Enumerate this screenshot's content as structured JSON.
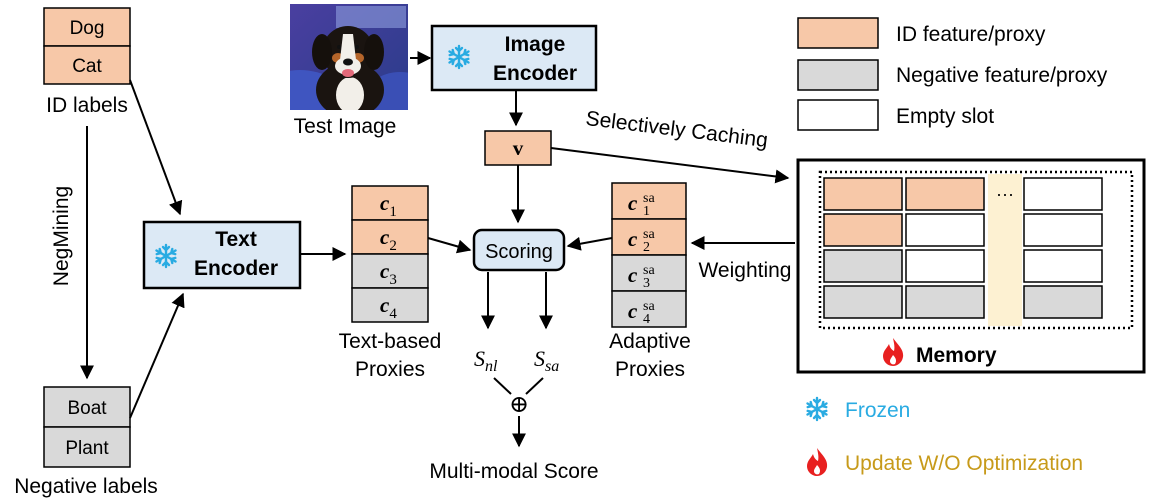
{
  "colors": {
    "id": "#f7c8a8",
    "negative": "#d9d9d9",
    "empty": "#ffffff",
    "encoder": "#dce9f5",
    "memory_band": "#fdf1d2",
    "frozen_text": "#29abe2",
    "update_text": "#c79a1a",
    "flame": "#e82020",
    "snowflake": "#29abe2"
  },
  "id_labels": {
    "items": [
      "Dog",
      "Cat"
    ],
    "caption": "ID labels"
  },
  "negative_labels": {
    "items": [
      "Boat",
      "Plant"
    ],
    "caption": "Negative labels"
  },
  "negmining": "NegMining",
  "test_image": {
    "caption": "Test Image"
  },
  "image_encoder": {
    "line1": "Image",
    "line2": "Encoder"
  },
  "text_encoder": {
    "line1": "Text",
    "line2": "Encoder"
  },
  "feature": {
    "symbol": "v"
  },
  "selectively_caching": "Selectively Caching",
  "weighting": "Weighting",
  "scoring": "Scoring",
  "text_proxies": {
    "items": [
      {
        "base": "c",
        "sub": "1",
        "type": "id"
      },
      {
        "base": "c",
        "sub": "2",
        "type": "id"
      },
      {
        "base": "c",
        "sub": "3",
        "type": "neg"
      },
      {
        "base": "c",
        "sub": "4",
        "type": "neg"
      }
    ],
    "caption1": "Text-based",
    "caption2": "Proxies"
  },
  "adaptive_proxies": {
    "sup": "sa",
    "items": [
      {
        "base": "c",
        "sub": "1",
        "type": "id"
      },
      {
        "base": "c",
        "sub": "2",
        "type": "id"
      },
      {
        "base": "c",
        "sub": "3",
        "type": "neg"
      },
      {
        "base": "c",
        "sub": "4",
        "type": "neg"
      }
    ],
    "caption1": "Adaptive",
    "caption2": "Proxies"
  },
  "scores": {
    "s_nl": {
      "base": "S",
      "sub": "nl"
    },
    "s_sa": {
      "base": "S",
      "sub": "sa"
    },
    "plus": "⊕"
  },
  "multimodal_score": "Multi-modal Score",
  "memory": {
    "title": "Memory",
    "ellipsis": "···"
  },
  "legend": {
    "id": "ID feature/proxy",
    "negative": "Negative feature/proxy",
    "empty": "Empty slot",
    "frozen": "Frozen",
    "update": "Update W/O Optimization"
  }
}
